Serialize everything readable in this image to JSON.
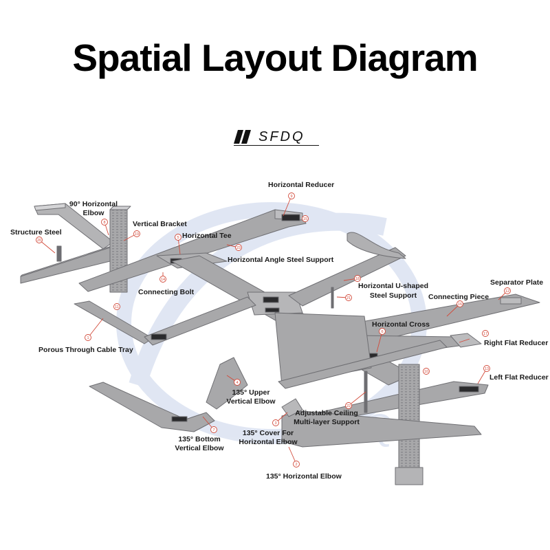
{
  "title": "Spatial Layout Diagram",
  "brand": "SFDQ",
  "watermark": "SFDQ",
  "colors": {
    "tray": "#a8a8aa",
    "tray_edge": "#6e6e72",
    "tray_dark": "#2a2a2c",
    "callout": "#d24a3a",
    "watermark": "#c8d3ea"
  },
  "labels": {
    "horizontal_reducer": "Horizontal Reducer",
    "horizontal_elbow_90_l1": "90° Horizontal",
    "horizontal_elbow_90_l2": "Elbow",
    "vertical_bracket": "Vertical Bracket",
    "structure_steel": "Structure Steel",
    "horizontal_tee": "Horizontal Tee",
    "horizontal_angle_steel_support": "Horizontal Angle Steel Support",
    "connecting_bolt": "Connecting Bolt",
    "horizontal_u_support_l1": "Horizontal U-shaped",
    "horizontal_u_support_l2": "Steel Support",
    "separator_plate": "Separator Plate",
    "connecting_piece": "Connecting Piece",
    "horizontal_cross": "Horizontal Cross",
    "right_flat_reducer": "Right Flat Reducer",
    "porous_through_cable_tray": "Porous Through Cable Tray",
    "left_flat_reducer": "Left Flat Reducer",
    "upper_vertical_elbow_l1": "135° Upper",
    "upper_vertical_elbow_l2": "Vertical Elbow",
    "adjustable_ceiling_l1": "Adjustable Ceiling",
    "adjustable_ceiling_l2": "Multi-layer Support",
    "cover_horizontal_elbow_l1": "135° Cover For",
    "cover_horizontal_elbow_l2": "Horizontal Elbow",
    "bottom_vertical_elbow_l1": "135° Bottom",
    "bottom_vertical_elbow_l2": "Vertical Elbow",
    "horizontal_elbow_135": "135° Horizontal Elbow"
  },
  "callouts": [
    "1",
    "2",
    "3",
    "4",
    "5",
    "6",
    "7",
    "8",
    "9",
    "10",
    "11",
    "12",
    "13",
    "14",
    "15",
    "16",
    "17",
    "18",
    "19",
    "20",
    "21",
    "22",
    "23"
  ]
}
